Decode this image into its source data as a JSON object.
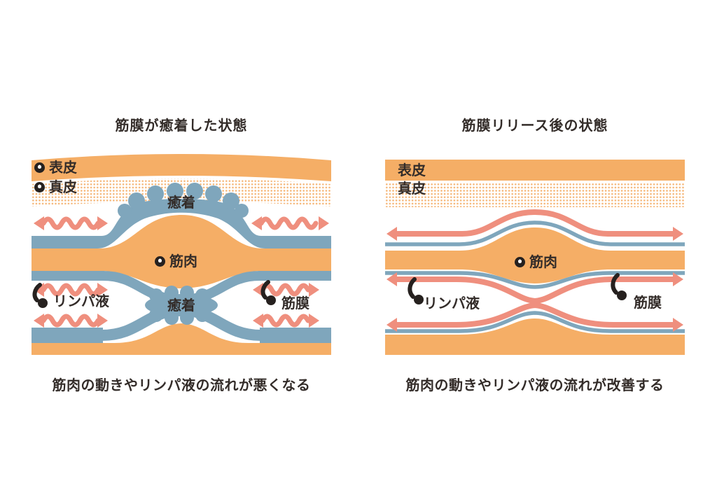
{
  "panels": {
    "left": {
      "title": "筋膜が癒着した状態",
      "caption": "筋肉の動きやリンパ液の流れが悪くなる",
      "labels": {
        "epidermis": "表皮",
        "dermis": "真皮",
        "adhesion_top": "癒着",
        "muscle": "筋肉",
        "adhesion_bottom": "癒着",
        "lymph": "リンパ液",
        "fascia": "筋膜"
      }
    },
    "right": {
      "title": "筋膜リリース後の状態",
      "caption": "筋肉の動きやリンパ液の流れが改善する",
      "labels": {
        "epidermis": "表皮",
        "dermis": "真皮",
        "muscle": "筋肉",
        "lymph": "リンパ液",
        "fascia": "筋膜"
      }
    }
  },
  "colors": {
    "skin_orange": "#F5AE66",
    "dermis_dot_orange": "#F5B678",
    "fascia_blue": "#7FA6BC",
    "arrow_salmon": "#EF8F7E",
    "pointer_black": "#26211F",
    "text_dark": "#332C29",
    "background": "#FFFFFF"
  }
}
